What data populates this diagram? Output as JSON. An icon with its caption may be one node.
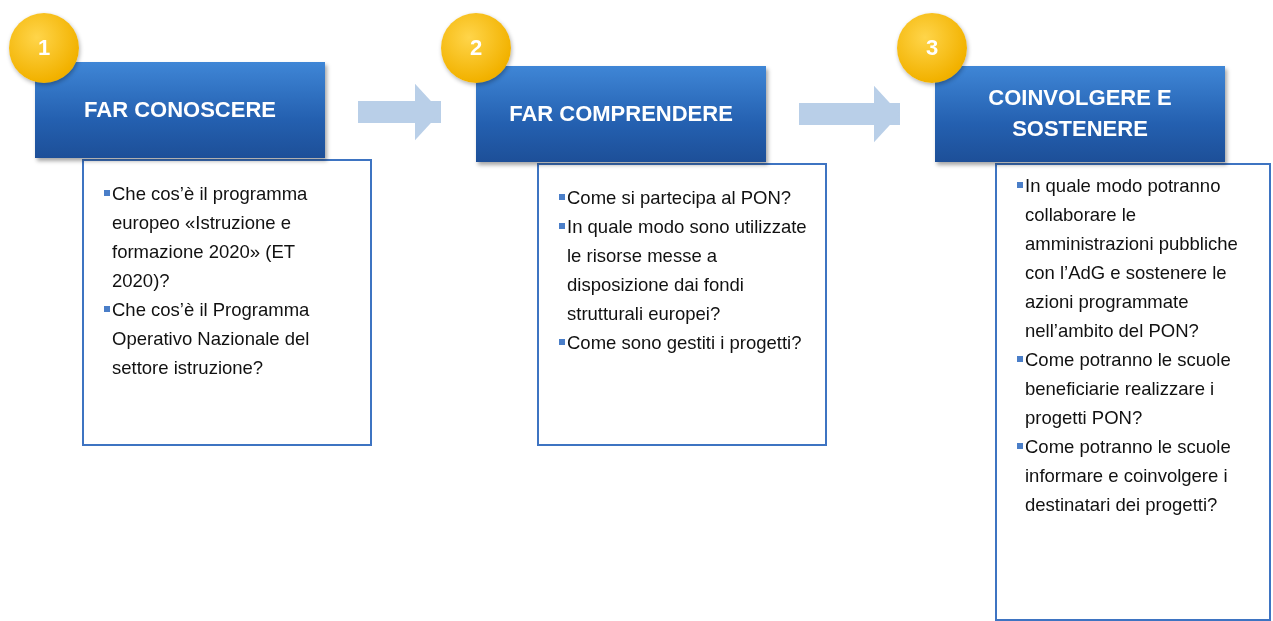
{
  "diagram": {
    "nodes": [
      {
        "text": [
          "1"
        ]
      },
      {
        "text": [
          "FAR CONOSCERE"
        ]
      },
      {
        "text": [
          "Che cos’è il programma europeo «Istruzione e formazione 2020» (ET 2020)?",
          "Che cos’è il Programma Operativo Nazionale del settore istruzione?"
        ]
      },
      {
        "text": [
          "2"
        ]
      },
      {
        "text": [
          "FAR COMPRENDERE"
        ]
      },
      {
        "text": [
          "Come si partecipa al PON?",
          "In quale modo sono utilizzate le risorse messe a disposizione dai fondi strutturali europei?",
          "Come sono gestiti i progetti?"
        ]
      },
      {
        "text": [
          "3"
        ]
      },
      {
        "text": [
          "COINVOLGERE E SOSTENERE"
        ]
      },
      {
        "text": [
          "In quale modo potranno collaborare le amministrazioni pubbliche con l’AdG e sostenere le azioni programmate nell’ambito del PON?",
          "Come potranno le scuole beneficiarie realizzare i progetti PON?",
          "Come potranno le scuole informare e coinvolgere i destinatari dei progetti?"
        ]
      }
    ],
    "edges": [
      {
        "from": 1,
        "to": 4,
        "arrow": "to"
      },
      {
        "from": 4,
        "to": 7,
        "arrow": "to"
      }
    ]
  }
}
